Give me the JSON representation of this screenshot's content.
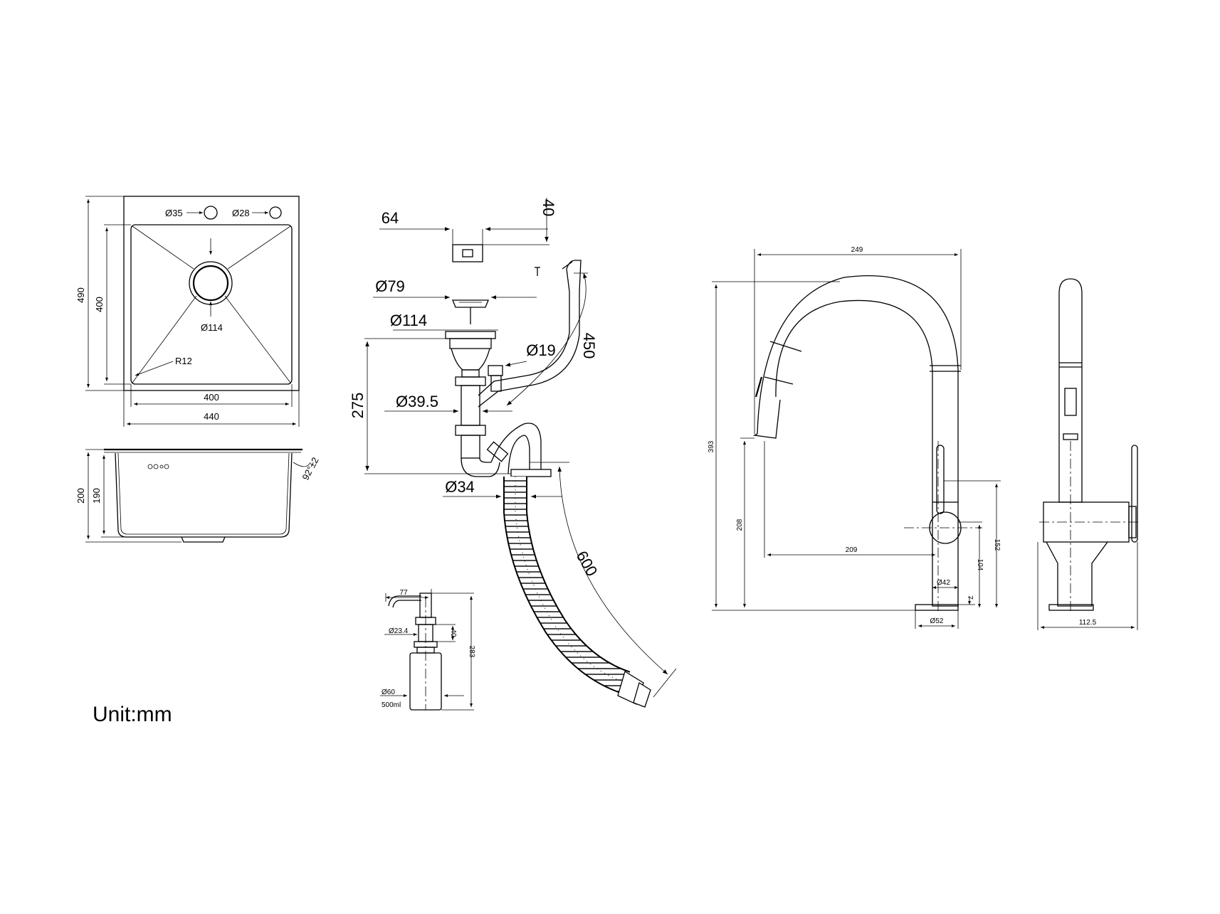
{
  "unit_label": "Unit:mm",
  "sink": {
    "hole1": "Ø35",
    "hole2": "Ø28",
    "drain": "Ø114",
    "radius": "R12",
    "height_outer": "490",
    "height_inner": "400",
    "width_inner": "400",
    "width_outer": "440",
    "depth_outer": "200",
    "depth_inner": "190",
    "angle": "92°±2"
  },
  "drain_kit": {
    "overflow_width": "64",
    "overflow_height": "40",
    "strainer": "Ø79",
    "basket": "Ø114",
    "overflow_pipe": "Ø19",
    "overflow_length": "450",
    "height": "275",
    "pipe": "Ø39.5",
    "outlet": "Ø34",
    "hose_length": "600"
  },
  "dispenser": {
    "width": "77",
    "neck": "Ø23.4",
    "neck_height": "40",
    "height": "283",
    "body": "Ø60",
    "volume": "500ml"
  },
  "faucet": {
    "width": "249",
    "height": "393",
    "spout_height": "208",
    "reach": "209",
    "handle_height": "152",
    "body_height": "104",
    "body_dia": "Ø42",
    "base_height": "7",
    "base_dia": "Ø52",
    "side_depth": "112.5"
  }
}
